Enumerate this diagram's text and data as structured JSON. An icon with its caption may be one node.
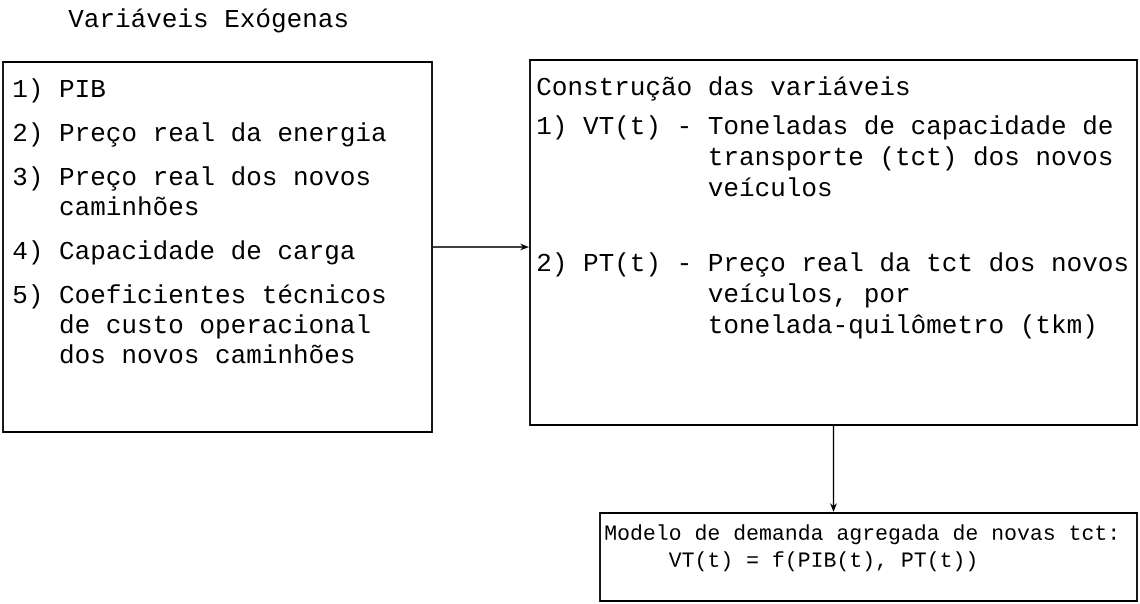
{
  "diagram": {
    "nodes": [
      {
        "text": [
          "Variáveis Exógenas",
          "1) PIB",
          "2) Preço real da energia",
          "3) Preço real dos novos caminhões",
          "4) Capacidade de carga",
          "5) Coeficientes técnicos de custo operacional dos novos caminhões"
        ]
      },
      {
        "text": [
          "Construção das variáveis",
          "1) VT(t) - Toneladas de capacidade de transporte (tct) dos novos veículos",
          "2) PT(t) - Preço real da tct dos novos veículos, por tonelada-quilômetro (tkm)"
        ]
      },
      {
        "text": [
          "Modelo de demanda agregada de novas tct:",
          "VT(t) = f(PIB(t), PT(t))"
        ]
      }
    ],
    "edges": [
      {
        "from": 0,
        "to": 1,
        "arrow": "to"
      },
      {
        "from": 1,
        "to": 2,
        "arrow": "to"
      }
    ]
  }
}
